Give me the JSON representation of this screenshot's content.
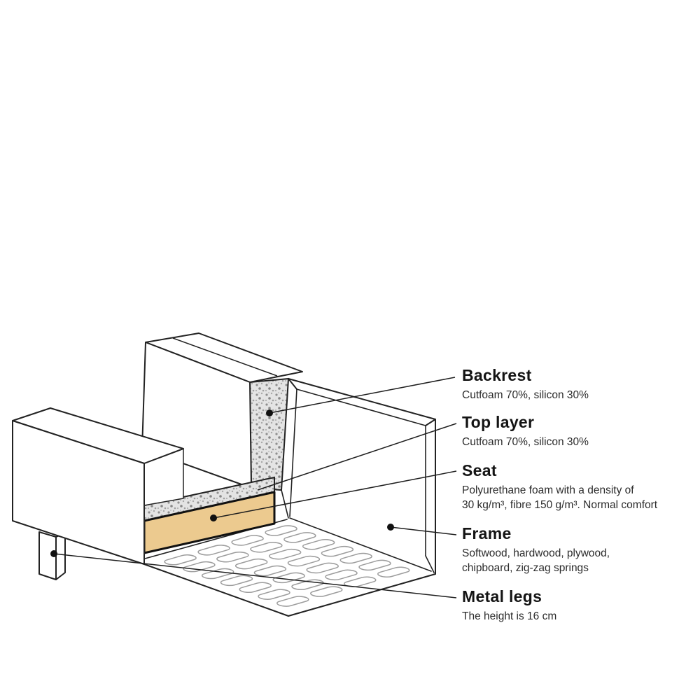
{
  "diagram": {
    "labels": [
      {
        "title": "Backrest",
        "desc": [
          "Cutfoam 70%, silicon 30%"
        ]
      },
      {
        "title": "Top layer",
        "desc": [
          "Cutfoam 70%, silicon 30%"
        ]
      },
      {
        "title": "Seat",
        "desc": [
          "Polyurethane foam with a density of",
          "30 kg/m³, fibre 150 g/m³. Normal comfort"
        ]
      },
      {
        "title": "Frame",
        "desc": [
          "Softwood, hardwood, plywood,",
          "chipboard, zig-zag springs"
        ]
      },
      {
        "title": "Metal legs",
        "desc": [
          "The height is 16 cm"
        ]
      }
    ],
    "colors": {
      "line": "#1e1e1e",
      "outline": "#222222",
      "seat_foam": "#ecca8f",
      "speckle_bg": "#e4e4e4",
      "speckle_dot": "#8f8f8f",
      "spring": "#9c9c9c",
      "dot": "#111111"
    }
  }
}
